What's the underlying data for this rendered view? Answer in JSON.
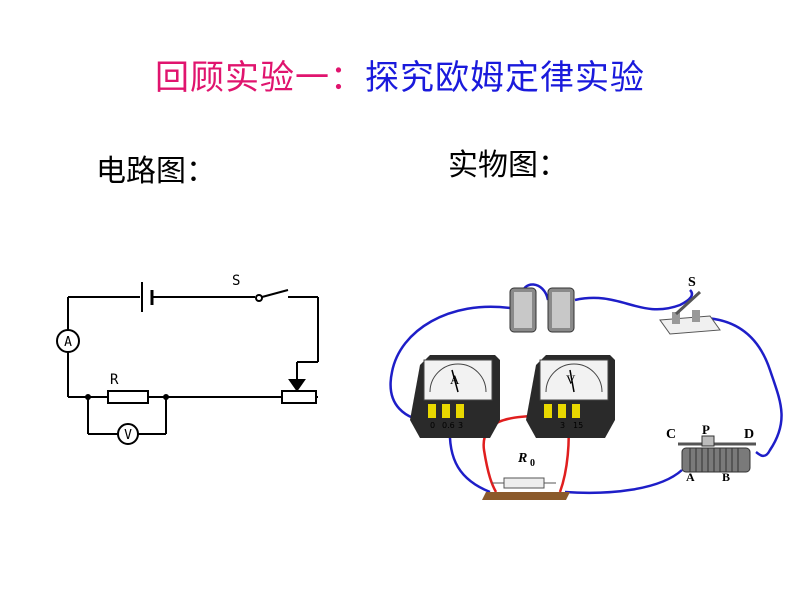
{
  "title": {
    "part1": "回顾实验一：",
    "part2": "探究欧姆定律实验"
  },
  "labels": {
    "circuit_diagram": "电路图：",
    "physical_diagram": "实物图："
  },
  "circuit": {
    "switch": "S",
    "ammeter": "A",
    "resistor": "R",
    "voltmeter": "V"
  },
  "physical": {
    "switch": "S",
    "ammeter": "A",
    "voltmeter": "V",
    "resistor": "R",
    "resistor_sub": "0",
    "rheostat_C": "C",
    "rheostat_P": "P",
    "rheostat_D": "D",
    "rheostat_A": "A",
    "rheostat_B": "B",
    "ammeter_terminals": [
      "0",
      "0.6",
      "3"
    ],
    "voltmeter_terminals": [
      "3",
      "15"
    ]
  },
  "colors": {
    "title_pink": "#e0146e",
    "title_blue": "#1a1adc",
    "wire_blue": "#1e1ec8",
    "wire_red": "#e01e1e"
  }
}
